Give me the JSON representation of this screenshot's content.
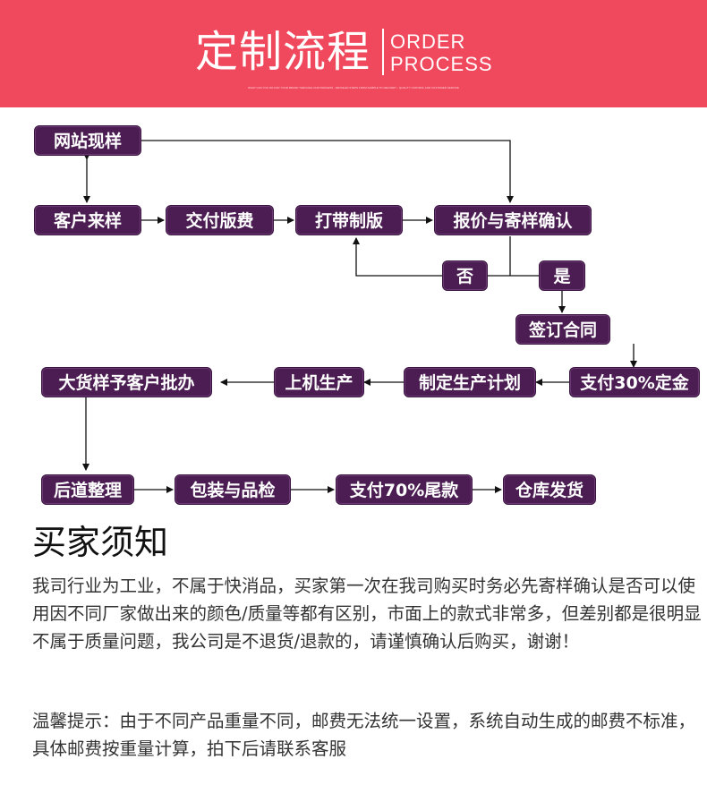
{
  "banner": {
    "title": "定制流程",
    "subtitle_line1": "ORDER",
    "subtitle_line2": "PROCESS",
    "fine_print": "WHAT CAN YOU DO FOR YOUR BRAND THROUGH OUR PROCESS - DETAILED STEPS FROM SAMPLE TO DELIVERY - QUALITY CONTROL AND CUSTOMER SERVICE"
  },
  "flow": {
    "website_sample": "网站现样",
    "customer_sample": "客户来样",
    "pay_sample_fee": "交付版费",
    "make_sample": "打带制版",
    "quote_confirm": "报价与寄样确认",
    "no": "否",
    "yes": "是",
    "sign_contract": "签订合同",
    "pay_deposit": "支付30%定金",
    "plan_production": "制定生产计划",
    "start_machine": "上机生产",
    "bulk_sample_approval": "大货样予客户批办",
    "finishing": "后道整理",
    "packing_inspection": "包装与品检",
    "pay_balance": "支付70%尾款",
    "ship": "仓库发货"
  },
  "notice": {
    "heading": "买家须知",
    "paragraph1": "我司行业为工业，不属于快消品，买家第一次在我司购买时务必先寄样确认是否可以使用因不同厂家做出来的颜色/质量等都有区别，市面上的款式非常多，但差别都是很明显 不属于质量问题，我公司是不退货/退款的，请谨慎确认后购买，谢谢！",
    "paragraph2": "温馨提示：由于不同产品重量不同，邮费无法统一设置，系统自动生成的邮费不标准，具体邮费按重量计算，拍下后请联系客服"
  },
  "colors": {
    "banner": "#f0485c",
    "node": "#4b1d52",
    "text": "#333333"
  }
}
